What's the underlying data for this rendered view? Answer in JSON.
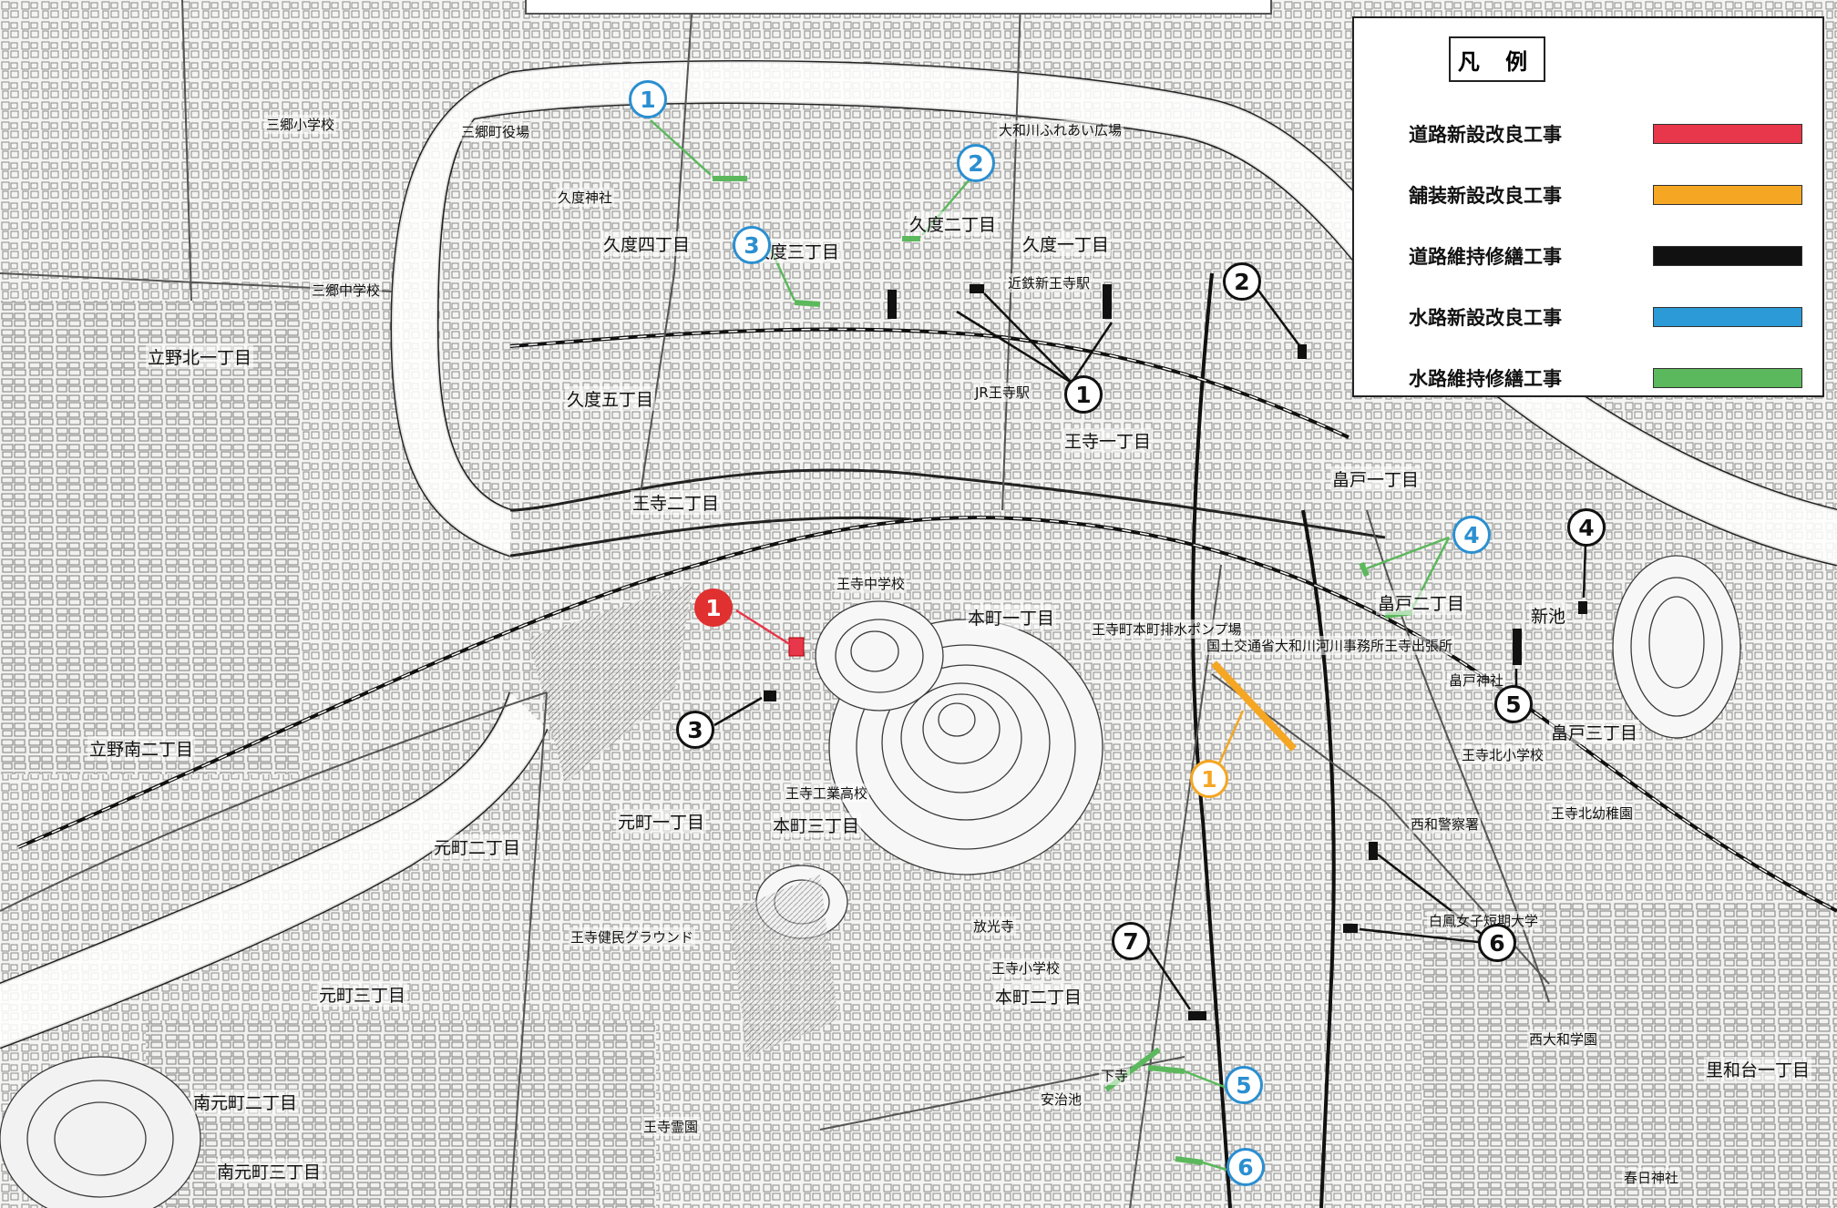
{
  "legend": {
    "title": "凡 例",
    "items": [
      {
        "label": "道路新設改良工事",
        "color": "#e8364a"
      },
      {
        "label": "舗装新設改良工事",
        "color": "#f5a623"
      },
      {
        "label": "道路維持修繕工事",
        "color": "#111111"
      },
      {
        "label": "水路新設改良工事",
        "color": "#2b9ad6"
      },
      {
        "label": "水路維持修繕工事",
        "color": "#5cb85c"
      }
    ]
  },
  "markers": {
    "road_new": [
      "1"
    ],
    "pave_new": [
      "1"
    ],
    "road_maint": [
      "1",
      "2",
      "3",
      "4",
      "5",
      "6",
      "7"
    ],
    "water_new": [],
    "water_maint": [
      "1",
      "2",
      "3",
      "4",
      "5",
      "6"
    ]
  },
  "place_labels": {
    "kudo_4": "久度四丁目",
    "kudo_3": "久度三丁目",
    "kudo_2": "久度二丁目",
    "kudo_1": "久度一丁目",
    "kudo_5": "久度五丁目",
    "oji_1": "王寺一丁目",
    "oji_2": "王寺二丁目",
    "honmachi_1": "本町一丁目",
    "honmachi_2": "本町二丁目",
    "honmachi_3": "本町三丁目",
    "motomachi_1": "元町一丁目",
    "motomachi_2": "元町二丁目",
    "motomachi_3": "元町三丁目",
    "minamimotomachi_2": "南元町二丁目",
    "minamimotomachi_3": "南元町三丁目",
    "tatsuno_kita": "立野北一丁目",
    "tatsuno_minami": "立野南二丁目",
    "yodo_2": "畠戸二丁目",
    "yodo_3": "畠戸三丁目",
    "yodo_1": "畠戸一丁目",
    "shinike": "新池",
    "sango_shogakko": "三郷小学校",
    "sango_chugakko": "三郷中学校",
    "sango_yakuba": "三郷町役場",
    "oji_chugakko": "王寺中学校",
    "oji_kogyo": "王寺工業高校",
    "oji_kita_shogakko": "王寺北小学校",
    "oji_kita_yochien": "王寺北幼稚園",
    "oji_shogakko": "王寺小学校",
    "hakuho": "白鳳女子短期大学",
    "nishiyamato_gakuen": "西大和学園",
    "oji_kenmin": "王寺健民グラウンド",
    "oji_reien": "王寺霊園",
    "yamatogawa_hiroba": "大和川ふれあい広場",
    "kokudo": "国土交通省大和川河川事務所王寺出張所",
    "pump": "王寺町本町排水ポンプ場",
    "jr_oji": "JR王寺駅",
    "kintetsu": "近鉄新王寺駅",
    "gekoji": "下寺",
    "kudo_jinja": "久度神社",
    "kasuga_jinja": "春日神社",
    "yodo_jinja": "畠戸神社",
    "kumotoji": "放光寺",
    "annji": "安治池",
    "nishiwa_keisatsu": "西和警察署",
    "satowa_2": "里和台一丁目"
  }
}
